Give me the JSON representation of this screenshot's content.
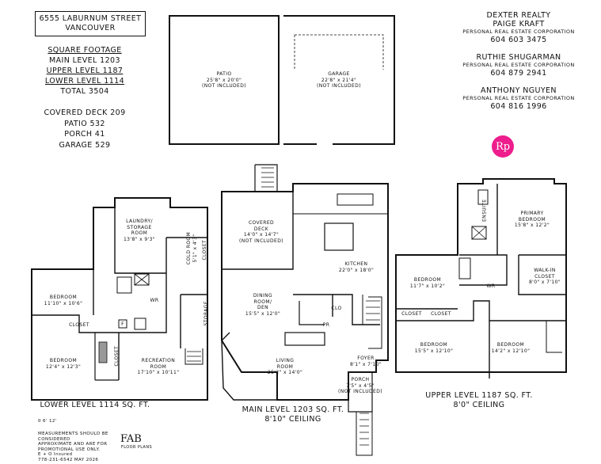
{
  "address": {
    "line1": "6555 LABURNUM STREET",
    "line2": "VANCOUVER"
  },
  "square_footage": {
    "heading": "SQUARE FOOTAGE",
    "main": "MAIN LEVEL 1203",
    "upper": "UPPER LEVEL 1187",
    "lower": "LOWER LEVEL 1114",
    "total": "TOTAL 3504"
  },
  "extras": {
    "deck": "COVERED DECK 209",
    "patio": "PATIO 532",
    "porch": "PORCH 41",
    "garage": "GARAGE 529"
  },
  "agents": {
    "company": "DEXTER REALTY",
    "corp": "PERSONAL REAL ESTATE CORPORATION",
    "list": [
      {
        "name": "PAIGE KRAFT",
        "phone": "604 603 3475"
      },
      {
        "name": "RUTHIE SHUGARMAN",
        "phone": "604 879 2941"
      },
      {
        "name": "ANTHONY NGUYEN",
        "phone": "604 816 1996"
      }
    ],
    "logo_text": "Rp",
    "logo_color": "#ee1d8d"
  },
  "outbuildings": {
    "patio": {
      "name": "PATIO",
      "dims": "25'8\" x 20'0\"",
      "note": "(NOT INCLUDED)"
    },
    "garage": {
      "name": "GARAGE",
      "dims": "22'8\" x 21'4\"",
      "note": "(NOT INCLUDED)"
    }
  },
  "rooms": {
    "laundry": {
      "name1": "LAUNDRY/",
      "name2": "STORAGE",
      "name3": "ROOM",
      "dims": "13'8\" x 9'3\""
    },
    "cold_room": {
      "name": "COLD ROOM",
      "dims": "5'1\" x 4'3\""
    },
    "closet": "CLOSET",
    "lower_bedroom1": {
      "name": "BEDROOM",
      "dims": "11'10\" x 10'6\""
    },
    "lower_bedroom2": {
      "name": "BEDROOM",
      "dims": "12'4\" x 12'3\""
    },
    "recreation": {
      "name1": "RECREATION",
      "name2": "ROOM",
      "dims": "17'10\" x 10'11\""
    },
    "storage": "STORAGE",
    "wr": "WR",
    "f": "F",
    "covered_deck": {
      "name1": "COVERED",
      "name2": "DECK",
      "dims": "14'0\" x 14'7\"",
      "note": "(NOT INCLUDED)"
    },
    "kitchen": {
      "name": "KITCHEN",
      "dims": "22'0\" x 18'0\""
    },
    "dining": {
      "name1": "DINING",
      "name2": "ROOM/",
      "name3": "DEN",
      "dims": "15'5\" x 12'0\""
    },
    "living": {
      "name1": "LIVING",
      "name2": "ROOM",
      "dims": "25'2\" x 14'0\""
    },
    "foyer": {
      "name": "FOYER",
      "dims": "8'1\" x 7'10\""
    },
    "porch": {
      "name": "PORCH",
      "dims": "7'5\" x 4'5\"",
      "note": "(NOT INCLUDED)"
    },
    "pr": "PR",
    "clo": "CLO",
    "ensuite": "ENSUITE",
    "primary": {
      "name1": "PRIMARY",
      "name2": "BEDROOM",
      "dims": "15'8\" x 12'2\""
    },
    "walkin": {
      "name1": "WALK-IN",
      "name2": "CLOSET",
      "dims": "8'0\" x 7'10\""
    },
    "upper_bedroom1": {
      "name": "BEDROOM",
      "dims": "11'7\" x 10'2\""
    },
    "upper_bedroom2": {
      "name": "BEDROOM",
      "dims": "15'5\" x 12'10\""
    },
    "upper_bedroom3": {
      "name": "BEDROOM",
      "dims": "14'2\" x 12'10\""
    }
  },
  "levels": {
    "lower": {
      "title": "LOWER LEVEL 1114 SQ. FT."
    },
    "main": {
      "title": "MAIN LEVEL 1203 SQ. FT.",
      "ceiling": "8'10\" CEILING"
    },
    "upper": {
      "title": "UPPER LEVEL 1187 SQ. FT.",
      "ceiling": "8'0\" CEILING"
    }
  },
  "footer": {
    "scale": "0      6'      12'",
    "disclaimer1": "MEASUREMENTS SHOULD BE CONSIDERED",
    "disclaimer2": "APPROXIMATE AND ARE FOR",
    "disclaimer3": "PROMOTIONAL USE ONLY.",
    "disclaimer4": "E + O Insured",
    "contact": "778-231-6542  MAY 2026",
    "brand": "FAB",
    "brand_sub": "FLOOR PLANS"
  }
}
